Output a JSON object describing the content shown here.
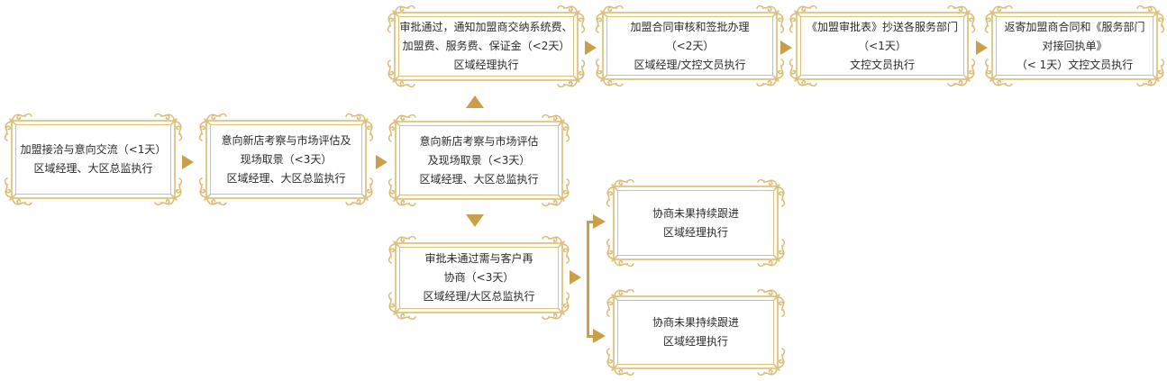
{
  "colors": {
    "frame": "#dcc07e",
    "arrow": "#c9a04a",
    "text": "#2b2b2b"
  },
  "flow": {
    "steps": [
      {
        "id": "franchise-inquiry",
        "lines": [
          "加盟接洽与意向交流（<1天）",
          "区域经理、大区总监执行"
        ]
      },
      {
        "id": "site-inspection-1",
        "lines": [
          "意向新店考察与市场评估及",
          "现场取景（<3天）",
          "区域经理、大区总监执行"
        ]
      },
      {
        "id": "site-inspection-2",
        "lines": [
          "意向新店考察与市场评估",
          "及现场取景（<3天）",
          "区域经理、大区总监执行"
        ]
      },
      {
        "id": "approval-passed",
        "lines": [
          "审批通过，通知加盟商交纳系统费、",
          "加盟费、服务费、保证金（<2天）",
          "区域经理执行"
        ]
      },
      {
        "id": "contract-review",
        "lines": [
          "加盟合同审核和签批办理",
          "（<2天）",
          "区域经理/文控文员执行"
        ]
      },
      {
        "id": "approval-form-distribution",
        "lines": [
          "《加盟审批表》抄送各服务部门",
          "（<1天）",
          "文控文员执行"
        ]
      },
      {
        "id": "return-contract",
        "lines": [
          "返寄加盟商合同和《服务部门",
          "对接回执单》",
          "（< 1天）文控文员执行"
        ]
      },
      {
        "id": "approval-failed",
        "lines": [
          "审批未通过需与客户再",
          "协商（<3天）",
          "区域经理/大区总监执行"
        ]
      },
      {
        "id": "follow-up-1",
        "lines": [
          "协商未果持续跟进",
          "区域经理执行"
        ]
      },
      {
        "id": "follow-up-2",
        "lines": [
          "协商未果持续跟进",
          "区域经理执行"
        ]
      }
    ],
    "icons": {
      "arrow_right": "arrow-right-icon",
      "arrow_up": "arrow-up-icon",
      "arrow_down": "arrow-down-icon",
      "corner": "corner-ornament-icon"
    }
  }
}
